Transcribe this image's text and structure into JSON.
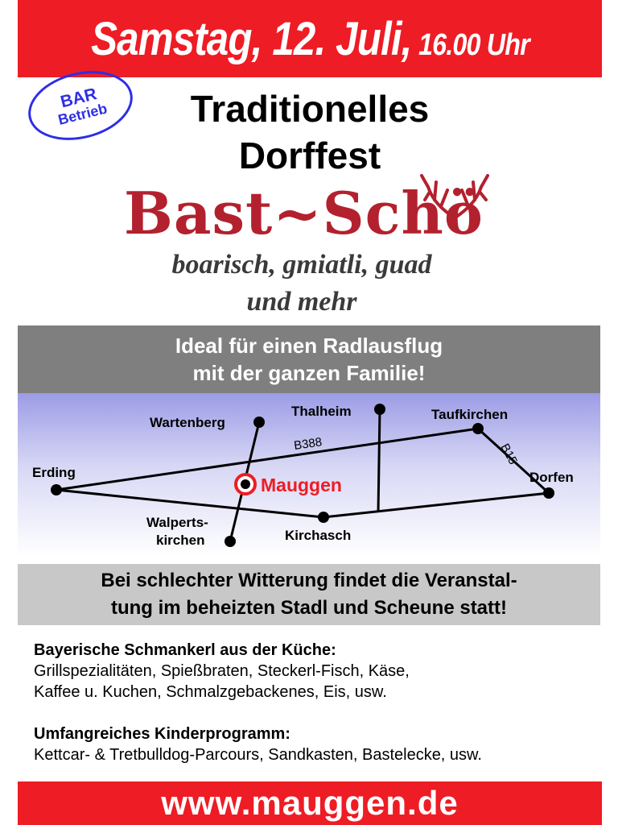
{
  "header": {
    "date": "Samstag, 12. Juli,",
    "time": "16.00 Uhr"
  },
  "badge": {
    "line1": "BAR",
    "line2": "Betrieb"
  },
  "title": {
    "line1": "Traditionelles",
    "line2": "Dorffest"
  },
  "logo": {
    "name": "Bast~Schö",
    "tagline1": "boarisch, gmiatli, guad",
    "tagline2": "und mehr"
  },
  "promo": {
    "line1": "Ideal für einen Radlausflug",
    "line2": "mit der ganzen Familie!"
  },
  "map": {
    "towns": {
      "wartenberg": "Wartenberg",
      "thalheim": "Thalheim",
      "taufkirchen": "Taufkirchen",
      "erding": "Erding",
      "dorfen": "Dorfen",
      "walperts1": "Walperts-",
      "walperts2": "kirchen",
      "kirchasch": "Kirchasch",
      "mauggen": "Mauggen"
    },
    "roads": {
      "b388": "B388",
      "b15": "B15"
    },
    "colors": {
      "highlight": "#ee1c24",
      "road": "#000000"
    }
  },
  "weather": {
    "line1": "Bei schlechter Witterung findet die Veranstal-",
    "line2": "tung im beheizten Stadl und Scheune statt!"
  },
  "food": {
    "heading": "Bayerische Schmankerl aus der Küche:",
    "line1": "Grillspezialitäten, Spießbraten, Steckerl-Fisch, Käse,",
    "line2": "Kaffee u. Kuchen, Schmalzgebackenes, Eis, usw."
  },
  "kids": {
    "heading": "Umfangreiches Kinderprogramm:",
    "line1": "Kettcar- & Tretbulldog-Parcours, Sandkasten, Bastelecke, usw."
  },
  "footer": {
    "url": "www.mauggen.de"
  },
  "colors": {
    "banner": "#ee1c24",
    "badge": "#2e2ee6",
    "logo": "#b3212e",
    "promo_box": "#7f7f7f",
    "weather_box": "#c8c8c8"
  }
}
